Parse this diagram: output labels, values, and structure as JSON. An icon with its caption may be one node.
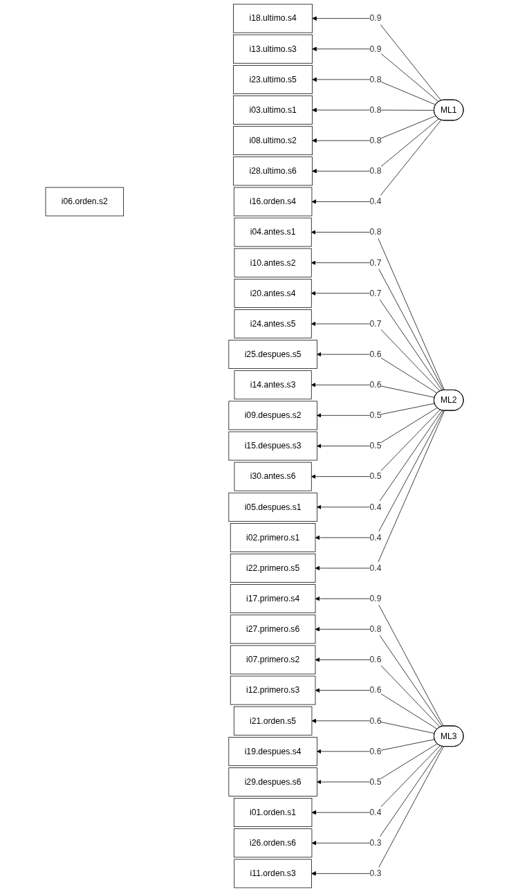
{
  "diagram": {
    "nodes": [
      {
        "text": [
          "i18.ultimo.s4"
        ]
      },
      {
        "text": [
          "i13.ultimo.s3"
        ]
      },
      {
        "text": [
          "i23.ultimo.s5"
        ]
      },
      {
        "text": [
          "i03.ultimo.s1"
        ]
      },
      {
        "text": [
          "i08.ultimo.s2"
        ]
      },
      {
        "text": [
          "i28.ultimo.s6"
        ]
      },
      {
        "text": [
          "i16.orden.s4"
        ]
      },
      {
        "text": [
          "i06.orden.s2"
        ]
      },
      {
        "text": [
          "i04.antes.s1"
        ]
      },
      {
        "text": [
          "i10.antes.s2"
        ]
      },
      {
        "text": [
          "i20.antes.s4"
        ]
      },
      {
        "text": [
          "i24.antes.s5"
        ]
      },
      {
        "text": [
          "i25.despues.s5"
        ]
      },
      {
        "text": [
          "i14.antes.s3"
        ]
      },
      {
        "text": [
          "i09.despues.s2"
        ]
      },
      {
        "text": [
          "i15.despues.s3"
        ]
      },
      {
        "text": [
          "i30.antes.s6"
        ]
      },
      {
        "text": [
          "i05.despues.s1"
        ]
      },
      {
        "text": [
          "i02.primero.s1"
        ]
      },
      {
        "text": [
          "i22.primero.s5"
        ]
      },
      {
        "text": [
          "i17.primero.s4"
        ]
      },
      {
        "text": [
          "i27.primero.s6"
        ]
      },
      {
        "text": [
          "i07.primero.s2"
        ]
      },
      {
        "text": [
          "i12.primero.s3"
        ]
      },
      {
        "text": [
          "i21.orden.s5"
        ]
      },
      {
        "text": [
          "i19.despues.s4"
        ]
      },
      {
        "text": [
          "i29.despues.s6"
        ]
      },
      {
        "text": [
          "i01.orden.s1"
        ]
      },
      {
        "text": [
          "i26.orden.s6"
        ]
      },
      {
        "text": [
          "i11.orden.s3"
        ]
      },
      {
        "text": [
          "ML1"
        ]
      },
      {
        "text": [
          "ML2"
        ]
      },
      {
        "text": [
          "ML3"
        ]
      }
    ],
    "edges": [
      {
        "from": 30,
        "to": 0,
        "arrow": "to",
        "label": "0.9"
      },
      {
        "from": 30,
        "to": 1,
        "arrow": "to",
        "label": "0.9"
      },
      {
        "from": 30,
        "to": 2,
        "arrow": "to",
        "label": "0.8"
      },
      {
        "from": 30,
        "to": 3,
        "arrow": "to",
        "label": "0.8"
      },
      {
        "from": 30,
        "to": 4,
        "arrow": "to",
        "label": "0.8"
      },
      {
        "from": 30,
        "to": 5,
        "arrow": "to",
        "label": "0.8"
      },
      {
        "from": 30,
        "to": 6,
        "arrow": "to",
        "label": "0.4"
      },
      {
        "from": 31,
        "to": 8,
        "arrow": "to",
        "label": "0.8"
      },
      {
        "from": 31,
        "to": 9,
        "arrow": "to",
        "label": "0.7"
      },
      {
        "from": 31,
        "to": 10,
        "arrow": "to",
        "label": "0.7"
      },
      {
        "from": 31,
        "to": 11,
        "arrow": "to",
        "label": "0.7"
      },
      {
        "from": 31,
        "to": 12,
        "arrow": "to",
        "label": "0.6"
      },
      {
        "from": 31,
        "to": 13,
        "arrow": "to",
        "label": "0.6"
      },
      {
        "from": 31,
        "to": 14,
        "arrow": "to",
        "label": "0.5"
      },
      {
        "from": 31,
        "to": 15,
        "arrow": "to",
        "label": "0.5"
      },
      {
        "from": 31,
        "to": 16,
        "arrow": "to",
        "label": "0.5"
      },
      {
        "from": 31,
        "to": 17,
        "arrow": "to",
        "label": "0.4"
      },
      {
        "from": 31,
        "to": 18,
        "arrow": "to",
        "label": "0.4"
      },
      {
        "from": 31,
        "to": 19,
        "arrow": "to",
        "label": "0.4"
      },
      {
        "from": 32,
        "to": 20,
        "arrow": "to",
        "label": "0.9"
      },
      {
        "from": 32,
        "to": 21,
        "arrow": "to",
        "label": "0.8"
      },
      {
        "from": 32,
        "to": 22,
        "arrow": "to",
        "label": "0.6"
      },
      {
        "from": 32,
        "to": 23,
        "arrow": "to",
        "label": "0.6"
      },
      {
        "from": 32,
        "to": 24,
        "arrow": "to",
        "label": "0.6"
      },
      {
        "from": 32,
        "to": 25,
        "arrow": "to",
        "label": "0.6"
      },
      {
        "from": 32,
        "to": 26,
        "arrow": "to",
        "label": "0.5"
      },
      {
        "from": 32,
        "to": 27,
        "arrow": "to",
        "label": "0.4"
      },
      {
        "from": 32,
        "to": 28,
        "arrow": "to",
        "label": "0.3"
      },
      {
        "from": 32,
        "to": 29,
        "arrow": "to",
        "label": "0.3"
      }
    ]
  }
}
